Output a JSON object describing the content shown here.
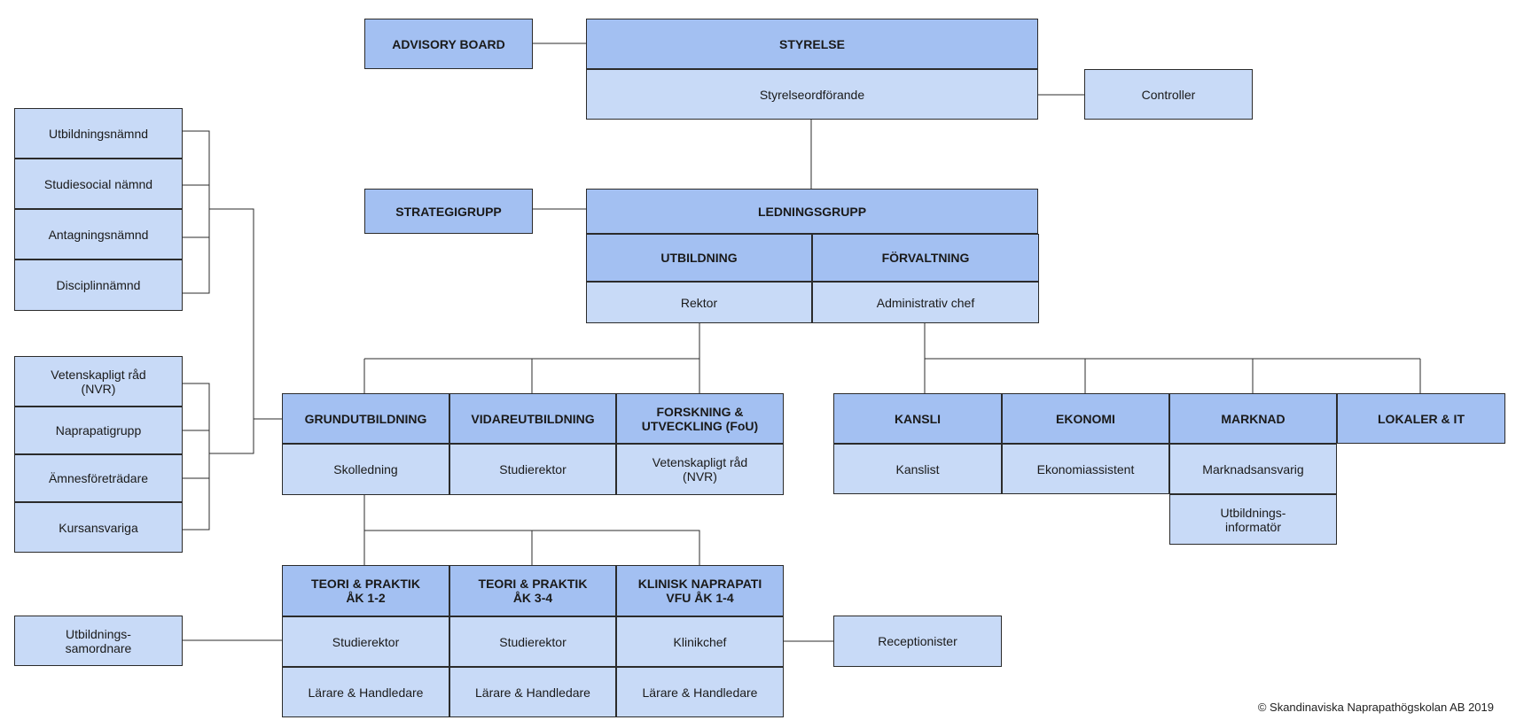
{
  "chart": {
    "advisory_board": "ADVISORY BOARD",
    "styrelse": "STYRELSE",
    "styrelseordforande": "Styrelseordförande",
    "controller": "Controller",
    "strategigrupp": "STRATEGIGRUPP",
    "ledningsgrupp": "LEDNINGSGRUPP",
    "utbildning": "UTBILDNING",
    "forvaltning": "FÖRVALTNING",
    "rektor": "Rektor",
    "administrativ_chef": "Administrativ chef",
    "committees": [
      "Utbildningsnämnd",
      "Studiesocial nämnd",
      "Antagningsnämnd",
      "Disciplinnämnd"
    ],
    "councils": [
      "Vetenskapligt råd\n(NVR)",
      "Naprapatigrupp",
      "Ämnesföreträdare",
      "Kursansvariga"
    ],
    "education_units": [
      {
        "head": "GRUNDUTBILDNING",
        "role": "Skolledning"
      },
      {
        "head": "VIDAREUTBILDNING",
        "role": "Studierektor"
      },
      {
        "head": "FORSKNING &\nUTVECKLING (FoU)",
        "role": "Vetenskapligt råd\n(NVR)"
      }
    ],
    "admin_units": [
      {
        "head": "KANSLI",
        "role": "Kanslist"
      },
      {
        "head": "EKONOMI",
        "role": "Ekonomiassistent"
      },
      {
        "head": "MARKNAD",
        "role": "Marknadsansvarig"
      },
      {
        "head": "LOKALER & IT",
        "role": ""
      }
    ],
    "marknad_extra": "Utbildnings-\ninformatör",
    "programs": [
      {
        "head": "TEORI & PRAKTIK\nÅK 1-2",
        "lead": "Studierektor",
        "staff": "Lärare & Handledare"
      },
      {
        "head": "TEORI & PRAKTIK\nÅK 3-4",
        "lead": "Studierektor",
        "staff": "Lärare & Handledare"
      },
      {
        "head": "KLINISK NAPRAPATI\nVFU ÅK 1-4",
        "lead": "Klinikchef",
        "staff": "Lärare & Handledare"
      }
    ],
    "samordnare": "Utbildnings-\nsamordnare",
    "receptionister": "Receptionister"
  },
  "footer": {
    "copyright": "© Skandinaviska Naprapathögskolan AB 2019"
  }
}
